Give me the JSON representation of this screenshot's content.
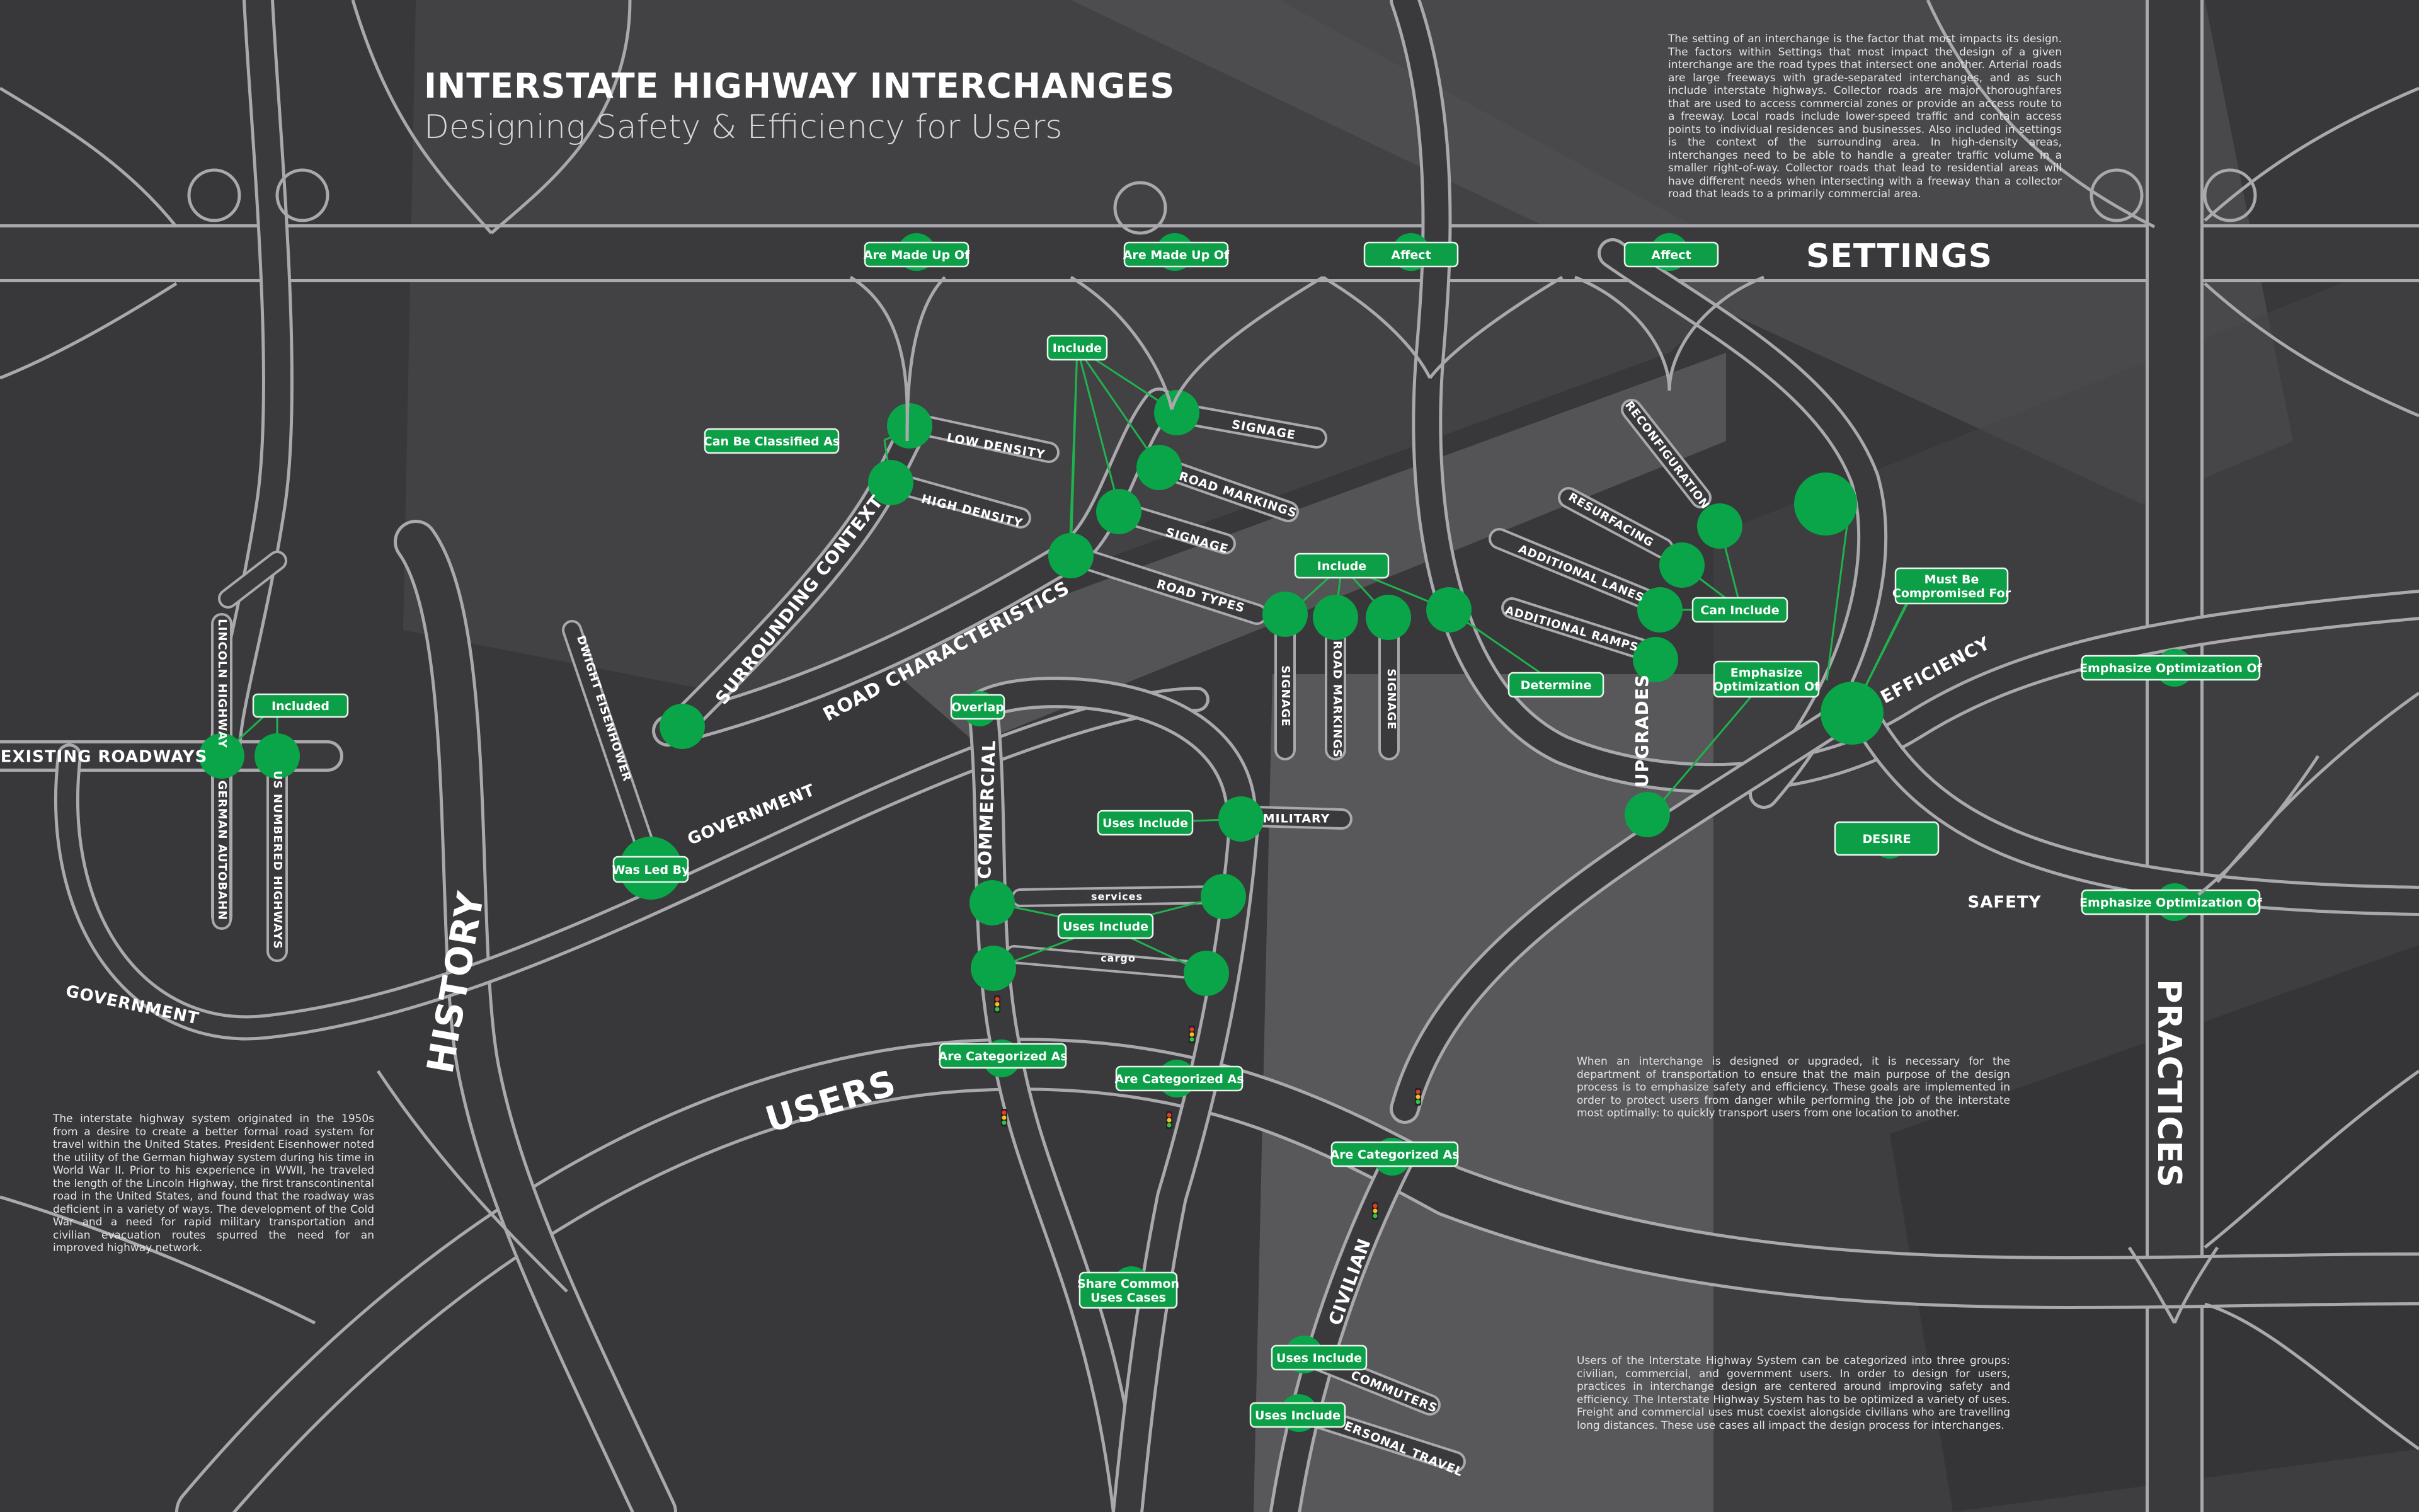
{
  "title": "INTERSTATE HIGHWAY INTERCHANGES",
  "subtitle": "Designing Safety & Efficiency for Users",
  "paragraphs": {
    "settings": "The setting of an interchange is the factor that most impacts its design. The factors within Settings that most impact the design of a given interchange are the road types that intersect one another. Arterial roads are large freeways with grade-separated interchanges, and as such include interstate highways. Collector roads are major thoroughfares that are used to access commercial zones or provide an access route to a freeway. Local roads include lower-speed traffic and contain access points to individual residences and businesses. Also included in settings is the context of the surrounding area. In high-density areas, interchanges need to be able to handle a greater traffic volume in a smaller right-of-way. Collector roads that lead to residential areas will have different needs when intersecting with a freeway than a collector road that leads to a primarily commercial area.",
    "history": "The interstate highway system originated in the 1950s from a desire to create a better formal road system for travel within the United States. President Eisenhower noted the utility of the German highway system during his time in World War II. Prior to his experience in WWII, he traveled the length of the Lincoln Highway, the first transcontinental road in the United States, and found that the roadway was deficient in a variety of ways. The development of the Cold War and a need for rapid military transportation and civilian evacuation routes spurred the need for an improved highway network.",
    "practices": "When an interchange is designed or upgraded, it is necessary for the department of transportation to ensure that the main purpose of the design process is to emphasize safety and efficiency. These goals are implemented in order to protect users from danger while performing the job of the interstate most optimally: to quickly transport users from one location to another.",
    "users": "Users of the Interstate Highway System can be categorized into three groups: civilian, commercial, and government users. In order to design for users, practices in interchange design are centered around improving safety and efficiency. The Interstate Highway System has to be optimized a variety of uses. Freight and commercial uses must coexist alongside civilians who are travelling long distances. These use cases all impact the design process for interchanges."
  },
  "roads": {
    "settings": "SETTINGS",
    "practices": "PRACTICES",
    "history": "HISTORY",
    "users": "USERS",
    "existing_roadways": "EXISTING ROADWAYS",
    "government_lower": "GOVERNMENT",
    "government_upper": "GOVERNMENT",
    "surrounding_context": "SURROUNDING CONTEXT",
    "road_characteristics": "ROAD CHARACTERISTICS",
    "commercial": "COMMERCIAL",
    "civilian": "CIVILIAN",
    "upgrades": "UPGRADES",
    "efficiency": "EFFICIENCY",
    "safety": "SAFETY",
    "dwight_eisenhower": "DWIGHT EISENHOWER",
    "lincoln_highway": "LINCOLN HIGHWAY",
    "german_autobahn": "GERMAN AUTOBAHN",
    "us_numbered_highways": "US NUMBERED HIGHWAYS",
    "low_density": "LOW DENSITY",
    "high_density": "HIGH DENSITY",
    "signage_top": "SIGNAGE",
    "road_markings_top": "ROAD MARKINGS",
    "signage_mid": "SIGNAGE",
    "road_types": "ROAD TYPES",
    "signage_v1": "SIGNAGE",
    "road_markings_v": "ROAD MARKINGS",
    "signage_v2": "SIGNAGE",
    "reconfiguration": "RECONFIGURATION",
    "resurfacing": "RESURFACING",
    "additional_lanes": "ADDITIONAL LANES",
    "additional_ramps": "ADDITIONAL RAMPS",
    "military": "MILITARY",
    "services": "services",
    "cargo": "cargo",
    "commuters": "COMMUTERS",
    "personal_travel": "PERSONAL TRAVEL"
  },
  "connectors": {
    "are_made_up_of_1": "Are Made Up Of",
    "are_made_up_of_2": "Are Made Up Of",
    "affect_1": "Affect",
    "affect_2": "Affect",
    "can_be_classified_as": "Can Be Classified As",
    "include_top": "Include",
    "include_mid": "Include",
    "included": "Included",
    "was_led_by": "Was Led By",
    "overlap": "Overlap",
    "uses_include_military": "Uses Include",
    "uses_include_mid": "Uses Include",
    "are_categorized_as_1": "Are Categorized As",
    "are_categorized_as_2": "Are Categorized As",
    "are_categorized_as_3": "Are Categorized As",
    "share_common_1": "Share Common",
    "share_common_2": "Uses Cases",
    "uses_include_c1": "Uses Include",
    "uses_include_c2": "Uses Include",
    "determine": "Determine",
    "can_include": "Can Include",
    "emphasize_opt_1": "Emphasize",
    "emphasize_opt_2": "Optimization Of",
    "must_be_1": "Must Be",
    "must_be_2": "Compromised For",
    "desire": "DESIRE",
    "emphasize_optimization_of_1": "Emphasize Optimization Of",
    "emphasize_optimization_of_2": "Emphasize Optimization Of"
  },
  "colors": {
    "background": "#38373a",
    "road_outline": "#a8a8ad",
    "node_green": "#0aa548",
    "pill_border": "#e8f5ec",
    "text": "#ffffff"
  }
}
